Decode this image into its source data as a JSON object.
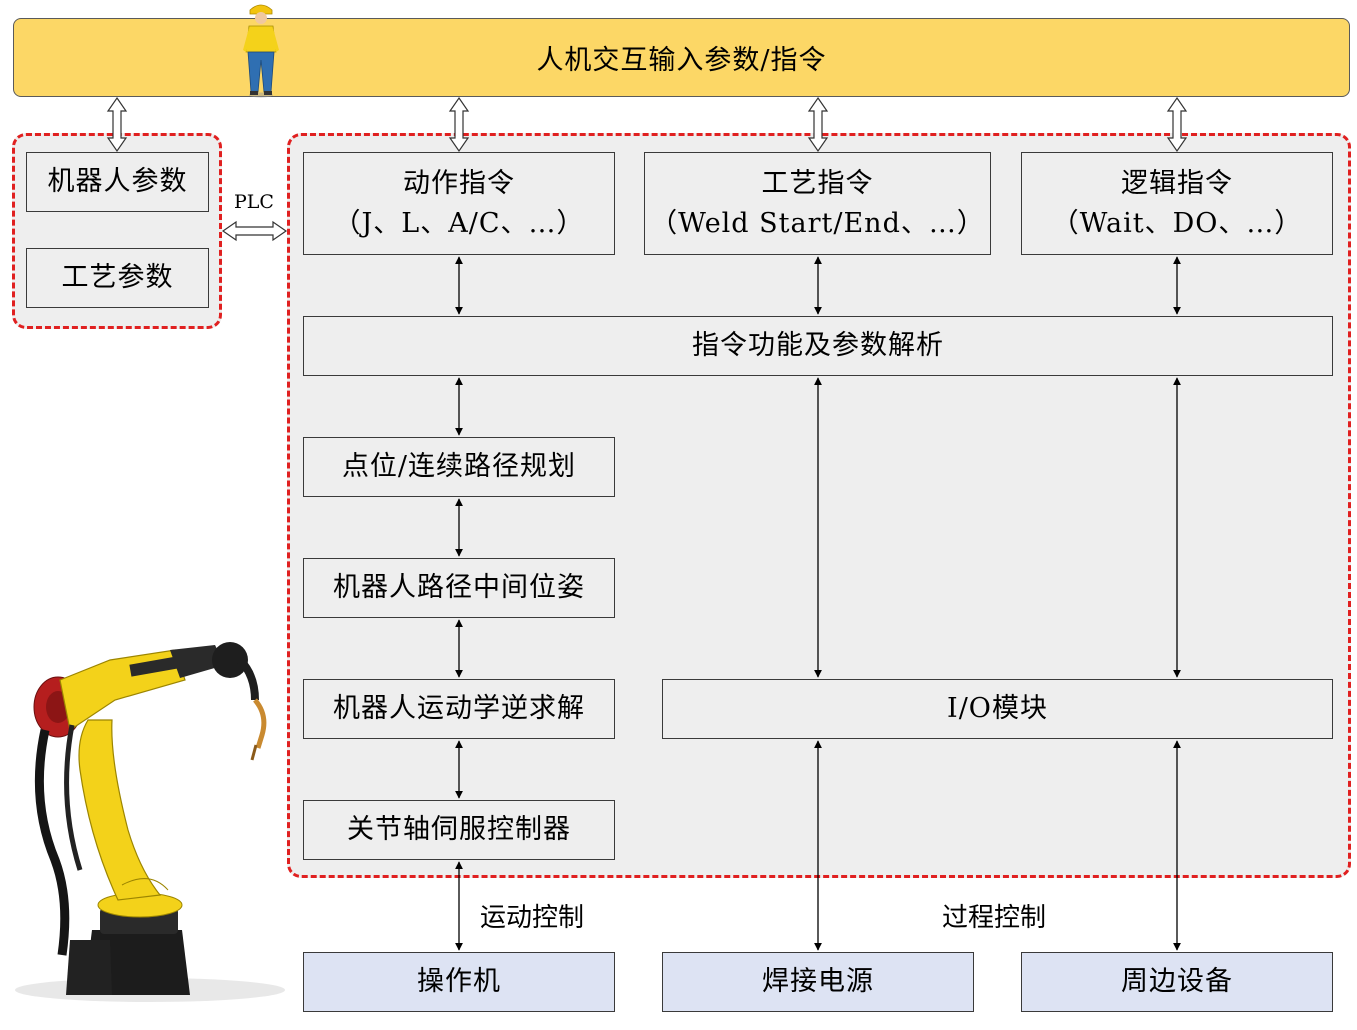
{
  "top_bar": {
    "label": "人机交互输入参数/指令"
  },
  "left_panel": {
    "robot_params": "机器人参数",
    "process_params": "工艺参数",
    "plc_label": "PLC"
  },
  "instructions": {
    "motion": {
      "title": "动作指令",
      "detail": "（J、L、A/C、…）"
    },
    "process": {
      "title": "工艺指令",
      "detail": "（Weld Start/End、…）"
    },
    "logic": {
      "title": "逻辑指令",
      "detail": "（Wait、DO、…）"
    }
  },
  "parse_box": "指令功能及参数解析",
  "motion_chain": {
    "path_planning": "点位/连续路径规划",
    "intermediate_pose": "机器人路径中间位姿",
    "inverse_kinematics": "机器人运动学逆求解",
    "servo_controller": "关节轴伺服控制器"
  },
  "io_module": "I/O模块",
  "section_labels": {
    "motion_control": "运动控制",
    "process_control": "过程控制"
  },
  "devices": {
    "manipulator": "操作机",
    "welding_power": "焊接电源",
    "peripherals": "周边设备"
  },
  "colors": {
    "top_bar": "#fcd766",
    "dashed_border": "#e02020",
    "box_fill": "#eeeeee",
    "device_fill": "#dde3f3",
    "robot_yellow": "#f3d21a"
  }
}
